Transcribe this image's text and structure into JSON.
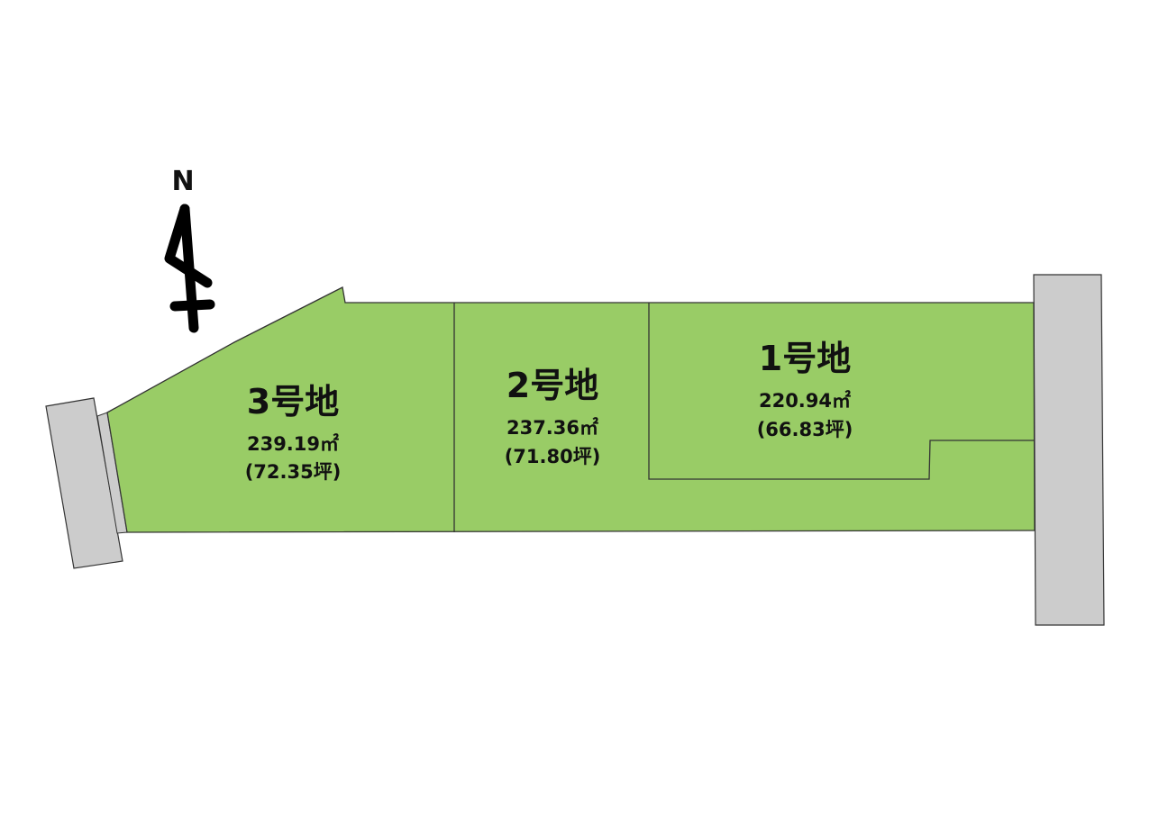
{
  "map": {
    "colors": {
      "lot_fill": "#99cc66",
      "road_fill": "#cccccc",
      "border": "#333333",
      "text": "#111111"
    },
    "compass": {
      "label": "N",
      "icon": "north-arrow-icon"
    },
    "lots": [
      {
        "id": "lot-3",
        "title": "3号地",
        "area_sqm": "239.19㎡",
        "area_tsubo": "(72.35坪)"
      },
      {
        "id": "lot-2",
        "title": "2号地",
        "area_sqm": "237.36㎡",
        "area_tsubo": "(71.80坪)"
      },
      {
        "id": "lot-1",
        "title": "1号地",
        "area_sqm": "220.94㎡",
        "area_tsubo": "(66.83坪)"
      }
    ],
    "roads": [
      {
        "id": "road-west",
        "label": ""
      },
      {
        "id": "road-east",
        "label": ""
      }
    ]
  }
}
